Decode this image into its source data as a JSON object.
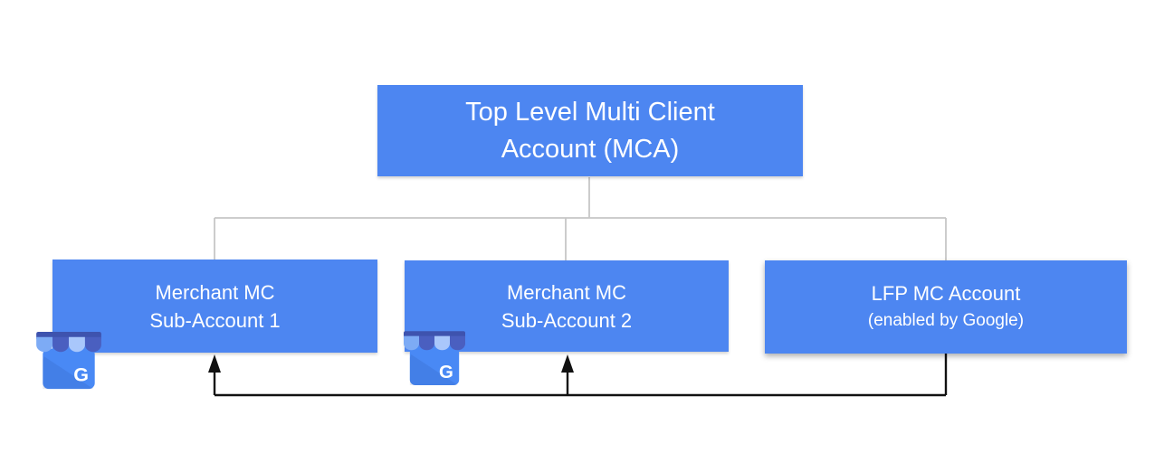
{
  "diagram": {
    "boxes": {
      "mca": {
        "line1": "Top Level Multi Client",
        "line2": "Account (MCA)"
      },
      "sub1": {
        "line1": "Merchant MC",
        "line2": "Sub-Account 1"
      },
      "sub2": {
        "line1": "Merchant MC",
        "line2": "Sub-Account 2"
      },
      "lfp": {
        "line1": "LFP MC Account",
        "line2": "(enabled by Google)"
      }
    },
    "icons": {
      "gmb_name": "google-my-business-icon",
      "gmb_letter": "G"
    },
    "colors": {
      "box_blue": "#4d86f1",
      "box_text": "#ffffff",
      "connector_gray": "#c6c6c6",
      "connector_black": "#111111",
      "gmb_body": "#4989f5",
      "gmb_awning_band": "#3e53ae",
      "gmb_awning_dark": "#4a5fc0",
      "gmb_awning_light": "#7dabf5",
      "gmb_awning_pale": "#a9c7fb"
    }
  }
}
